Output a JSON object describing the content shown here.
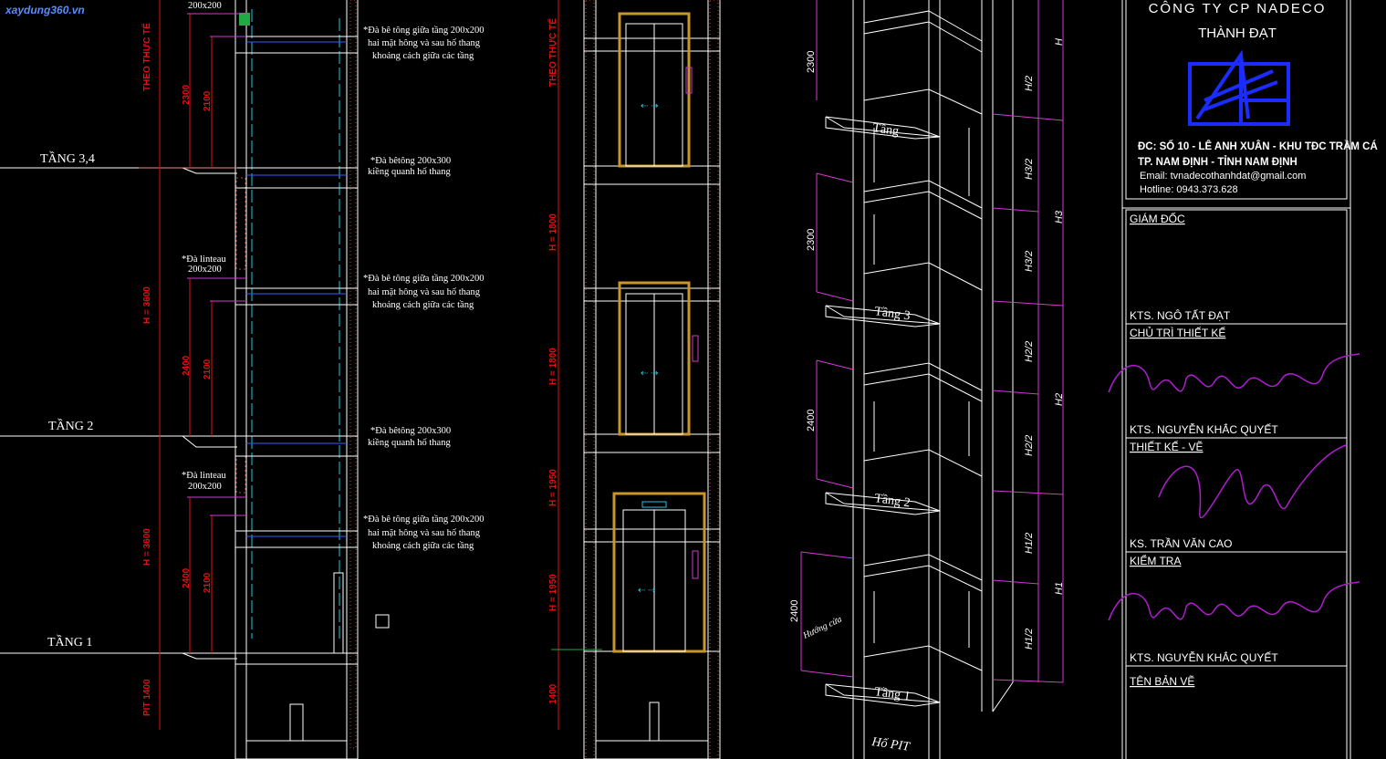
{
  "watermark": "xaydung360.vn",
  "left_section": {
    "floors": [
      "TẦNG 3,4",
      "TẦNG 2",
      "TẦNG 1"
    ],
    "lintel_top": "200x200",
    "lintel_note_1": "*Đà linteau",
    "lintel_size_1": "200x200",
    "lintel_note_2": "*Đà linteau",
    "lintel_size_2": "200x200",
    "beam_note_a": [
      "*Đà bê tông giữa tầng 200x200",
      "hai mặt hông và sau hố thang",
      "khoảng cách giữa các tầng"
    ],
    "beam_note_b": [
      "*Đà bêtông 200x300",
      "kiềng quanh hố thang"
    ],
    "beam_note_c": [
      "*Đà bê tông giữa tầng 200x200",
      "hai mặt hông và sau hố thang",
      "khoảng cách giữa các tầng"
    ],
    "beam_note_d": [
      "*Đà bêtông 200x300",
      "kiềng quanh hố thang"
    ],
    "beam_note_e": [
      "*Đà bê tông giữa tầng 200x200",
      "hai mặt hông và sau hố thang",
      "khoảng cách giữa các tầng"
    ],
    "dims_red": [
      "THEO THỰC TẾ",
      "H = 3600",
      "H = 3600",
      "PIT 1400",
      "2300",
      "2100",
      "2400",
      "2100",
      "2400",
      "2100"
    ]
  },
  "mid_section": {
    "dims_red": [
      "THEO THỰC TẾ",
      "H = 1800",
      "H = 1800",
      "H = 1950",
      "H = 1950",
      "1400"
    ]
  },
  "iso_section": {
    "floor_labels": [
      "Tầng",
      "Tầng 3",
      "Tầng 2",
      "Tầng 1"
    ],
    "pit_label": "Hố PIT",
    "door_label": "Hướng cửa",
    "dims_left": [
      "2300",
      "2300",
      "2400",
      "2400"
    ],
    "dims_right_half": [
      "H/2",
      "H3/2",
      "H3/2",
      "H2/2",
      "H2/2",
      "H1/2",
      "H1/2"
    ],
    "dims_right_full": [
      "H",
      "H3",
      "H2",
      "H1"
    ]
  },
  "title_block": {
    "company_line1": "CÔNG TY CP NADECO",
    "company_line2": "THÀNH ĐẠT",
    "address1": "ĐC: SỐ 10 - LÊ ANH XUÂN - KHU TĐC TRẦM CÁ",
    "address2": "TP. NAM ĐỊNH - TỈNH NAM ĐỊNH",
    "email": "Email: tvnadecothanhdat@gmail.com",
    "hotline": "Hotline: 0943.373.628",
    "role1": "GIÁM ĐỐC",
    "name1": "KTS. NGÔ TẤT ĐẠT",
    "role2": "CHỦ TRÌ THIẾT KẾ",
    "name2": "KTS. NGUYỄN KHẮC QUYẾT",
    "role3": "THIẾT KẾ - VẼ",
    "name3": "KS. TRẦN VĂN CAO",
    "role4": "KIỂM TRA",
    "name4": "KTS. NGUYỄN KHẮC QUYẾT",
    "role5": "TÊN BẢN VẼ"
  },
  "colors": {
    "background": "#000000",
    "line": "#ffffff",
    "dim_red": "#e01010",
    "dim_magenta": "#d23ad2",
    "cyan": "#1ec8e8",
    "brick": "#c84a2a",
    "door_frame": "#c8962a",
    "logo_blue": "#1a2cff",
    "signature": "#b01cd0"
  }
}
